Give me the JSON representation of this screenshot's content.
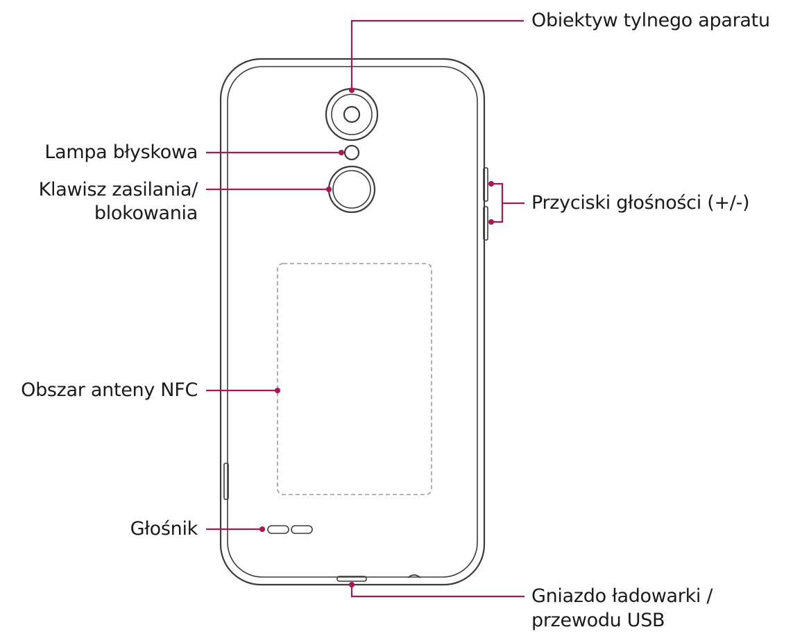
{
  "labels": {
    "rear_camera": "Obiektyw tylnego aparatu",
    "flash": "Lampa błyskowa",
    "power_key_line1": "Klawisz zasilania/",
    "power_key_line2": "blokowania",
    "volume_keys": "Przyciski głośności (+/-)",
    "nfc_area": "Obszar anteny NFC",
    "speaker": "Głośnik",
    "charger_port_line1": "Gniazdo ładowarki /",
    "charger_port_line2": "przewodu USB"
  },
  "colors": {
    "leader": "#b0134f",
    "outline": "#3a3a3a",
    "background": "#ffffff"
  }
}
